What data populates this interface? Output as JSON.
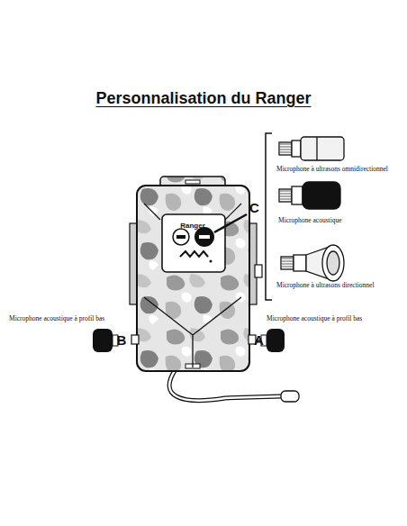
{
  "diagram": {
    "title": "Personnalisation du Ranger",
    "labels": [
      "C",
      "Microphone à ultrasons omnidirectionnel",
      "Ranger",
      "Microphone acoustique",
      "Microphone à ultrasons directionnel",
      "Microphone acoustique à profil bas",
      "B",
      "Microphone acoustique à profil bas",
      "A"
    ]
  }
}
